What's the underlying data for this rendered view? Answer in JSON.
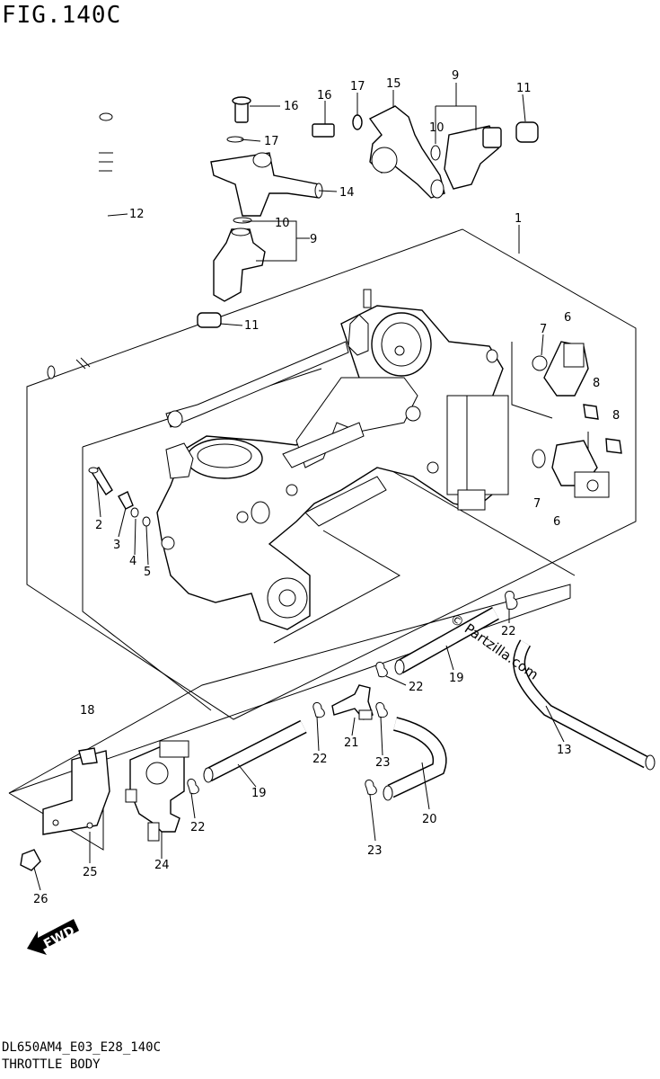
{
  "figure": {
    "title": "FIG.140C",
    "code": "DL650AM4_E03_E28_140C",
    "name": "THROTTLE BODY",
    "watermark": "© Partzilla.com",
    "fwd_label": "FWD"
  },
  "callouts": [
    {
      "id": "c16a",
      "text": "16"
    },
    {
      "id": "c17a",
      "text": "17"
    },
    {
      "id": "c14",
      "text": "14"
    },
    {
      "id": "c10a",
      "text": "10"
    },
    {
      "id": "c9a",
      "text": "9"
    },
    {
      "id": "c11a",
      "text": "11"
    },
    {
      "id": "c12",
      "text": "12"
    },
    {
      "id": "c16b",
      "text": "16"
    },
    {
      "id": "c17b",
      "text": "17"
    },
    {
      "id": "c15",
      "text": "15"
    },
    {
      "id": "c9b",
      "text": "9"
    },
    {
      "id": "c10b",
      "text": "10"
    },
    {
      "id": "c11b",
      "text": "11"
    },
    {
      "id": "c1",
      "text": "1"
    },
    {
      "id": "c6a",
      "text": "6"
    },
    {
      "id": "c7a",
      "text": "7"
    },
    {
      "id": "c8a",
      "text": "8"
    },
    {
      "id": "c8b",
      "text": "8"
    },
    {
      "id": "c7b",
      "text": "7"
    },
    {
      "id": "c6b",
      "text": "6"
    },
    {
      "id": "c2",
      "text": "2"
    },
    {
      "id": "c3",
      "text": "3"
    },
    {
      "id": "c4",
      "text": "4"
    },
    {
      "id": "c5",
      "text": "5"
    },
    {
      "id": "c22a",
      "text": "22"
    },
    {
      "id": "c19a",
      "text": "19"
    },
    {
      "id": "c22b",
      "text": "22"
    },
    {
      "id": "c18",
      "text": "18"
    },
    {
      "id": "c22c",
      "text": "22"
    },
    {
      "id": "c21",
      "text": "21"
    },
    {
      "id": "c23a",
      "text": "23"
    },
    {
      "id": "c13",
      "text": "13"
    },
    {
      "id": "c19b",
      "text": "19"
    },
    {
      "id": "c22d",
      "text": "22"
    },
    {
      "id": "c20",
      "text": "20"
    },
    {
      "id": "c23b",
      "text": "23"
    },
    {
      "id": "c24",
      "text": "24"
    },
    {
      "id": "c25",
      "text": "25"
    },
    {
      "id": "c26",
      "text": "26"
    }
  ]
}
